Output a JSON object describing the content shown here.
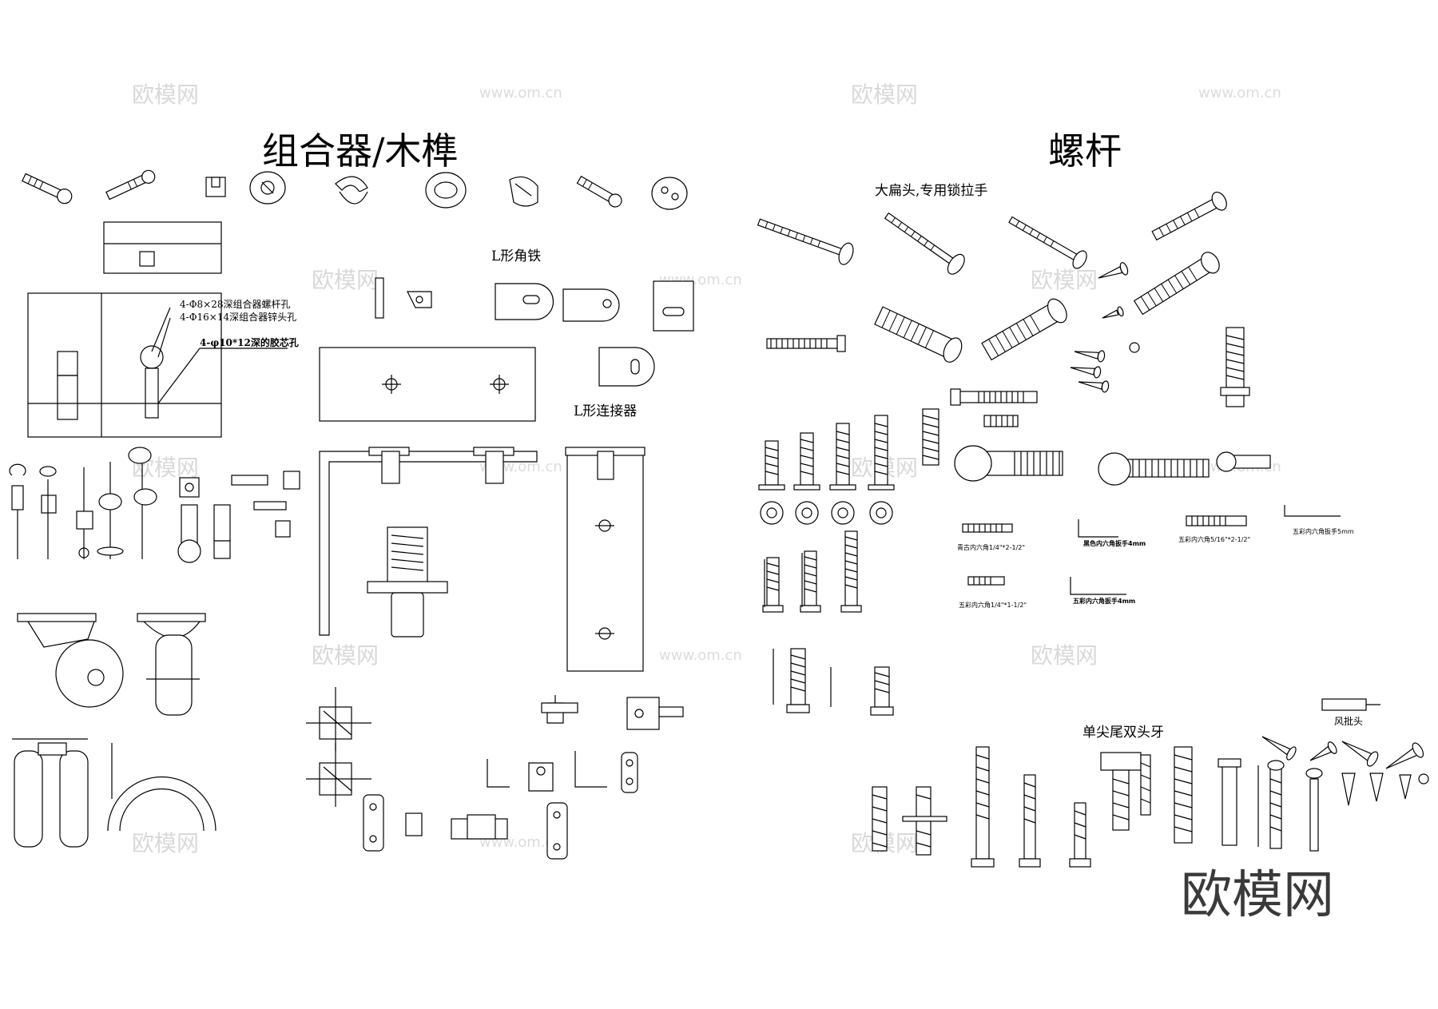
{
  "sections": {
    "left_title": "组合器/木榫",
    "right_title": "螺杆"
  },
  "labels": {
    "l_angle_iron": "L形角铁",
    "l_connector": "L形连接器",
    "big_flat_head": "大扁头,专用锁拉手",
    "single_point": "单尖尾双头牙",
    "air_screwdriver": "风批头",
    "hole_note_1": "4-Φ8×28深组合器螺杆孔",
    "hole_note_2": "4-Φ16×14深组合器锌头孔",
    "hole_note_3": "4-φ10*12深的胶芯孔",
    "cap_1": "青古内六角1/4\"*2-1/2\"",
    "cap_2": "黑色内六角扳手4mm",
    "cap_3": "五彩内六角5/16\"*2-1/2\"",
    "cap_4": "五彩内六角扳手5mm",
    "cap_5": "五彩内六角1/4\"*1-1/2\"",
    "cap_6": "五彩内六角扳手4mm"
  },
  "watermarks": {
    "cn": "欧模网",
    "url": "www.om.cn"
  },
  "brand": "欧模网",
  "colors": {
    "ink": "#000000",
    "watermark": "#d9d9d9",
    "brand": "#3a3a3a"
  }
}
